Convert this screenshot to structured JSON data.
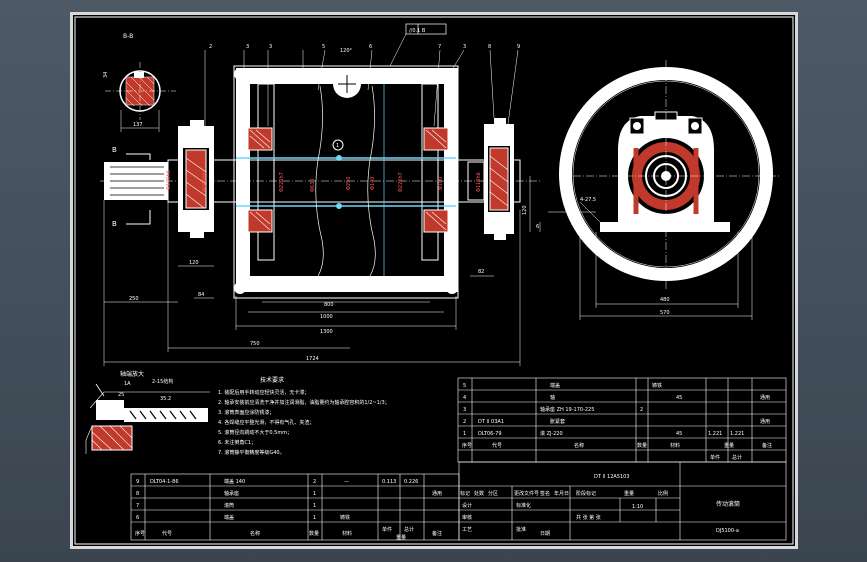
{
  "drawing": {
    "section_label": "B-B",
    "tolerance_frame": "//0.1 B",
    "angle_label": "120°",
    "section_marks": [
      "B",
      "B"
    ],
    "balloons": [
      "2",
      "3",
      "3",
      "5",
      "6",
      "7",
      "3",
      "8",
      "9"
    ],
    "center_balloon": "1",
    "section_view_dims": [
      "137",
      "34"
    ],
    "shaft_dims": {
      "d1": "Φ100h6",
      "d2": "Φ100h6",
      "d3": "Φ220h7",
      "d4": "Φ630",
      "d5": "Φ250",
      "d6": "Φ220h7",
      "d7": "Φ100",
      "d8": "Φ110h6",
      "d9": "Φ140"
    },
    "bottom_dims": {
      "d120": "120",
      "d250": "250",
      "d84": "84",
      "d800": "800",
      "d1000": "1000",
      "d1300": "1300",
      "d750": "750",
      "d1724": "1724",
      "d82": "82"
    },
    "side_view": {
      "d480": "480",
      "d570": "570",
      "d120": "120",
      "d6": "6",
      "hole": "4-27.5"
    },
    "detail_title": "轴端放大",
    "detail_sub": "1A",
    "detail_dims": [
      "2-15结构",
      "25",
      "35.2"
    ],
    "tech_title": "技术要求",
    "tech_items": [
      "1. 装配后用手转动应轻快灵活，无卡滞；",
      "2. 轴承安装前应清洗干净并加注润滑脂，油脂量约为轴承腔容积的1/2~1/3；",
      "3. 滚筒表面应涂防锈漆；",
      "4. 各焊缝应平整光滑，不得有气孔、夹渣；",
      "5. 滚筒径向跳动不大于0.5mm；",
      "6. 未注倒角C1；",
      "7. 滚筒静平衡精度等级G40。"
    ]
  },
  "parts_upper": {
    "rows": [
      {
        "no": "5",
        "code": "",
        "name": "端盖",
        "qty": "",
        "material": "铸铁",
        "weight": "",
        "note": ""
      },
      {
        "no": "4",
        "code": "",
        "name": "轴",
        "qty": "",
        "material": "45",
        "weight": "",
        "note": "通用"
      },
      {
        "no": "3",
        "code": "",
        "name": "轴承座 ZH 19-170-225",
        "qty": "2",
        "material": "",
        "weight": "",
        "note": ""
      },
      {
        "no": "2",
        "code": "DT II 03A1",
        "name": "胀紧套",
        "qty": "",
        "material": "",
        "weight": "",
        "note": ""
      },
      {
        "no": "1",
        "code": "DLT06-79",
        "name": "滚 ZJ-220",
        "qty": "",
        "material": "45",
        "weight": "1.221",
        "note": "通用"
      }
    ],
    "header": {
      "no": "序号",
      "code": "代号",
      "name": "名称",
      "qty": "数量",
      "material": "材料",
      "unit": "单件",
      "total": "总计",
      "weight": "重量",
      "note": "备注"
    },
    "weight2": "1.221"
  },
  "parts_lower": {
    "rows": [
      {
        "no": "9",
        "code": "DLT04-1-86",
        "name": "端盖 140",
        "qty": "2",
        "dash": "—",
        "v1": "0.113",
        "v2": "0.226"
      },
      {
        "no": "8",
        "code": "",
        "name": "轴承座",
        "qty": "1",
        "dash": "",
        "v1": "",
        "v2": "",
        "note": "通用"
      },
      {
        "no": "7",
        "code": "",
        "name": "滚筒",
        "qty": "1",
        "dash": "",
        "v1": "",
        "v2": ""
      },
      {
        "no": "6",
        "code": "",
        "name": "端盖",
        "qty": "1",
        "dash": "铸铁",
        "v1": "",
        "v2": ""
      }
    ],
    "header": {
      "no": "序号",
      "code": "代号",
      "name": "名称",
      "qty": "数量",
      "material": "材料",
      "unit": "单件",
      "total": "总计",
      "weight": "重量",
      "note": "备注"
    }
  },
  "title_block": {
    "code": "DT II 12A5103",
    "drawing_title": "传动滚筒",
    "drawing_no": "DJ5100-a",
    "scale": "1:10",
    "sheet": "共  张  第  张",
    "labels": {
      "mark": "标记",
      "count": "处数",
      "zone": "分区",
      "change": "更改文件号",
      "sign": "签名",
      "date": "年月日",
      "design": "设计",
      "standard": "标准化",
      "review": "审核",
      "process": "工艺",
      "approve": "批准",
      "stage": "阶段标记",
      "weight": "重量",
      "ratio": "比例",
      "date_val": "日期"
    }
  }
}
